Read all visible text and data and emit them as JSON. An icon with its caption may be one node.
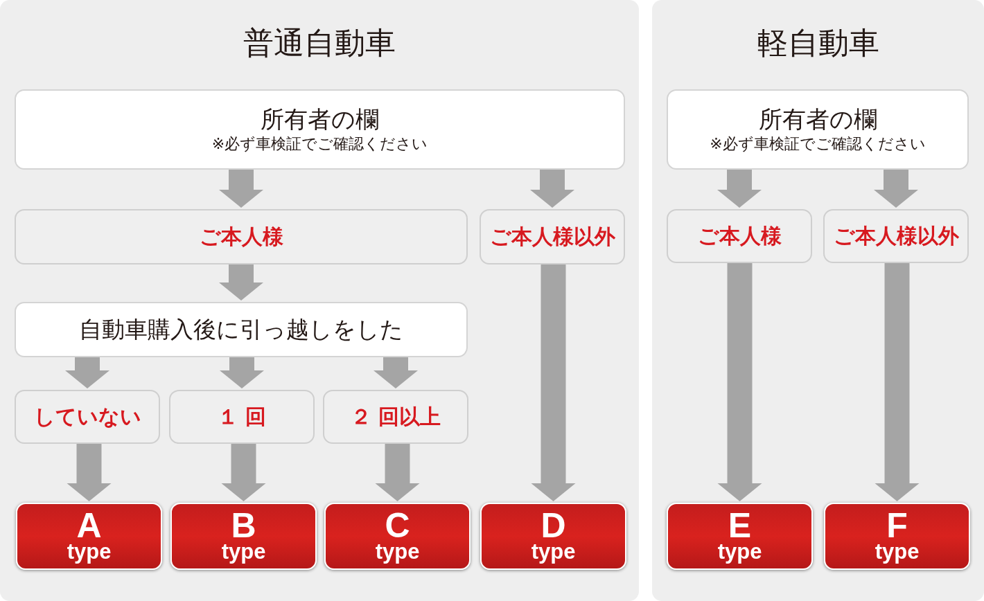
{
  "diagram": {
    "nodes": [
      {
        "text": [
          "普通自動車"
        ]
      },
      {
        "text": [
          "所有者の欄",
          "※必ず車検証でご確認ください"
        ],
        "in": 0
      },
      {
        "text": [
          "ご本人様"
        ],
        "in": 0
      },
      {
        "text": [
          "ご本人様以外"
        ],
        "in": 0
      },
      {
        "text": [
          "自動車購入後に引っ越しをした"
        ],
        "in": 0
      },
      {
        "text": [
          "していない"
        ],
        "in": 0
      },
      {
        "text": [
          "１ 回"
        ],
        "in": 0
      },
      {
        "text": [
          "２ 回以上"
        ],
        "in": 0
      },
      {
        "text": [
          "A",
          "type"
        ],
        "in": 0
      },
      {
        "text": [
          "B",
          "type"
        ],
        "in": 0
      },
      {
        "text": [
          "C",
          "type"
        ],
        "in": 0
      },
      {
        "text": [
          "D",
          "type"
        ],
        "in": 0
      },
      {
        "text": [
          "軽自動車"
        ]
      },
      {
        "text": [
          "所有者の欄",
          "※必ず車検証でご確認ください"
        ],
        "in": 12
      },
      {
        "text": [
          "ご本人様"
        ],
        "in": 12
      },
      {
        "text": [
          "ご本人様以外"
        ],
        "in": 12
      },
      {
        "text": [
          "E",
          "type"
        ],
        "in": 12
      },
      {
        "text": [
          "F",
          "type"
        ],
        "in": 12
      }
    ],
    "edges": [
      {
        "from": 1,
        "to": 2,
        "arrow": "to",
        "style": "thick"
      },
      {
        "from": 1,
        "to": 3,
        "arrow": "to",
        "style": "thick"
      },
      {
        "from": 2,
        "to": 4,
        "arrow": "to",
        "style": "thick"
      },
      {
        "from": 4,
        "to": 5,
        "arrow": "to",
        "style": "thick"
      },
      {
        "from": 4,
        "to": 6,
        "arrow": "to",
        "style": "thick"
      },
      {
        "from": 4,
        "to": 7,
        "arrow": "to",
        "style": "thick"
      },
      {
        "from": 5,
        "to": 8,
        "arrow": "to",
        "style": "thick"
      },
      {
        "from": 6,
        "to": 9,
        "arrow": "to",
        "style": "thick"
      },
      {
        "from": 7,
        "to": 10,
        "arrow": "to",
        "style": "thick"
      },
      {
        "from": 3,
        "to": 11,
        "arrow": "to",
        "style": "thick"
      },
      {
        "from": 13,
        "to": 14,
        "arrow": "to",
        "style": "thick"
      },
      {
        "from": 13,
        "to": 15,
        "arrow": "to",
        "style": "thick"
      },
      {
        "from": 14,
        "to": 16,
        "arrow": "to",
        "style": "thick"
      },
      {
        "from": 15,
        "to": 17,
        "arrow": "to",
        "style": "thick"
      }
    ]
  }
}
